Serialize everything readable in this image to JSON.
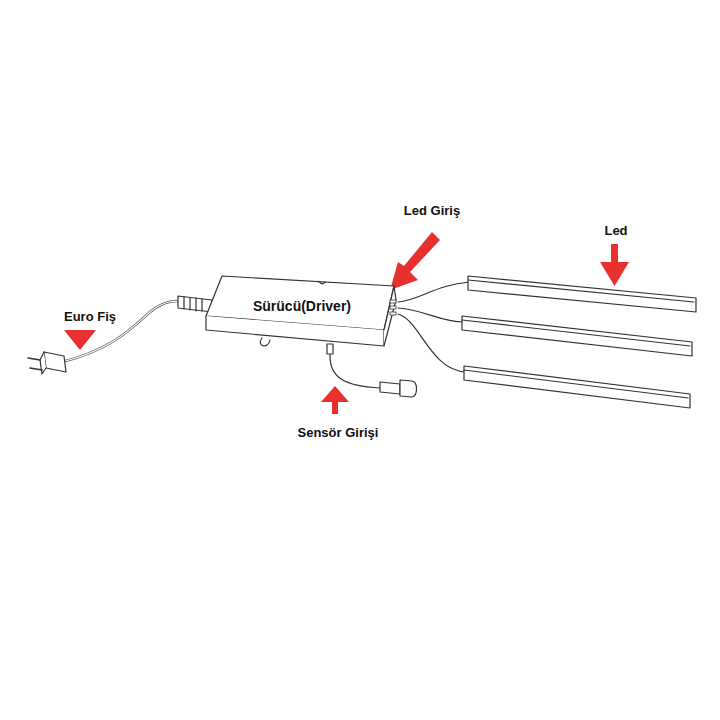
{
  "diagram": {
    "nodes": [
      {
        "text": [
          "Sürücü(Driver)"
        ]
      }
    ],
    "labels": [
      "Led Giriş",
      "Led",
      "Euro Fiş",
      "Sensör Girişi"
    ]
  }
}
